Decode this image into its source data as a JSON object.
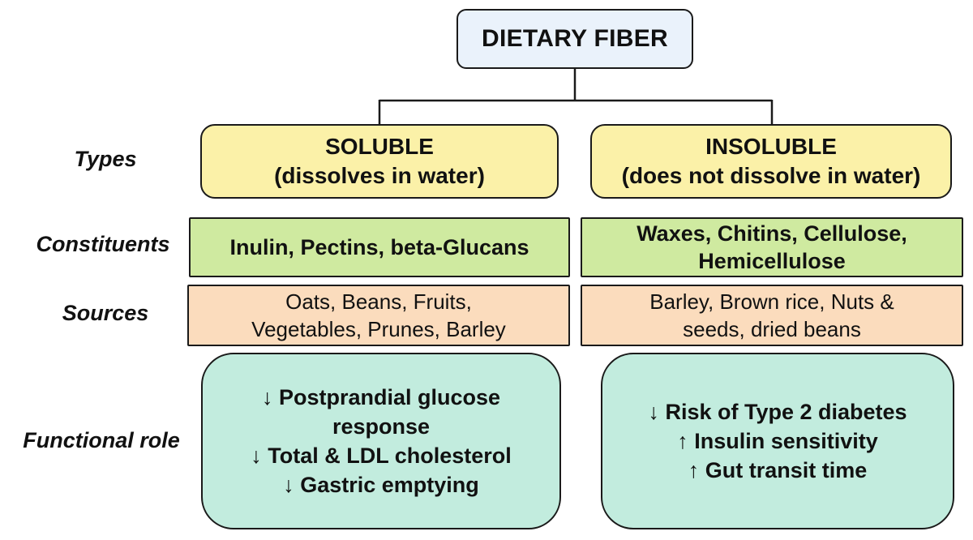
{
  "root": "DIETARY FIBER",
  "row_labels": {
    "types": "Types",
    "constituents": "Constituents",
    "sources": "Sources",
    "functional_role": "Functional role"
  },
  "soluble": {
    "type_title": "SOLUBLE",
    "type_sub": "(dissolves in water)",
    "constituents": "Inulin, Pectins, beta-Glucans",
    "sources": [
      "Oats, Beans, Fruits,",
      "Vegetables, Prunes, Barley"
    ],
    "roles": [
      "↓ Postprandial glucose",
      "response",
      "↓ Total & LDL cholesterol",
      "↓ Gastric emptying"
    ]
  },
  "insoluble": {
    "type_title": "INSOLUBLE",
    "type_sub": "(does not dissolve in water)",
    "constituents": [
      "Waxes, Chitins, Cellulose,",
      "Hemicellulose"
    ],
    "sources": [
      "Barley, Brown rice, Nuts &",
      "seeds, dried beans"
    ],
    "roles": [
      "↓ Risk of Type 2 diabetes",
      "↑ Insulin sensitivity",
      "↑ Gut transit time"
    ]
  },
  "colors": {
    "root": "#eaf2fb",
    "type": "#fbf1a8",
    "constituents": "#cfeaa0",
    "sources": "#fbdcbd",
    "functional": "#c2ecde"
  }
}
